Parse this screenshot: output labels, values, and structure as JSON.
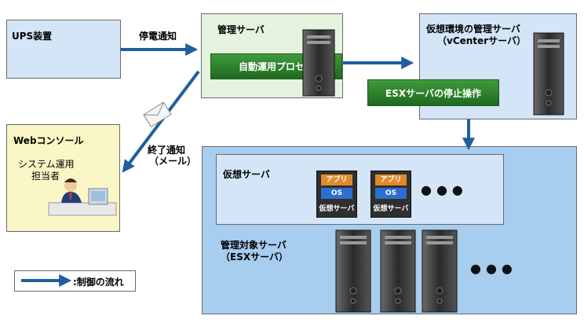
{
  "ups": {
    "label": "UPS装置"
  },
  "arrow_labels": {
    "power_outage": "停電通知",
    "end_notice": "終了通知",
    "end_notice_sub": "（メール）"
  },
  "mgmt_server": {
    "title": "管理サーバ",
    "process": "自動運用プロセス"
  },
  "vcenter": {
    "title": "仮想環境の管理サーバ",
    "subtitle": "（vCenterサーバ）",
    "operation": "ESXサーバの停止操作"
  },
  "web_console": {
    "title": "Webコンソール",
    "person_line1": "システム運用",
    "person_line2": "担当者"
  },
  "virtual_servers": {
    "title": "仮想サーバ",
    "cards": [
      {
        "app": "アプリ",
        "os": "OS",
        "caption": "仮想サーバ"
      },
      {
        "app": "アプリ",
        "os": "OS",
        "caption": "仮想サーバ"
      }
    ],
    "ellipsis": "●●●"
  },
  "managed_servers": {
    "title": "管理対象サーバ",
    "subtitle": "（ESXサーバ）",
    "ellipsis": "●●●"
  },
  "legend": {
    "label": ":制御の流れ"
  },
  "colors": {
    "arrow": "#1f5f9e",
    "mgmt_bg": "#e4f4de",
    "vcenter_bg": "#d3e5f7",
    "web_bg": "#fbf6c6",
    "esx_bg": "#a7cdef",
    "vm_bg": "#d3e5f7"
  }
}
